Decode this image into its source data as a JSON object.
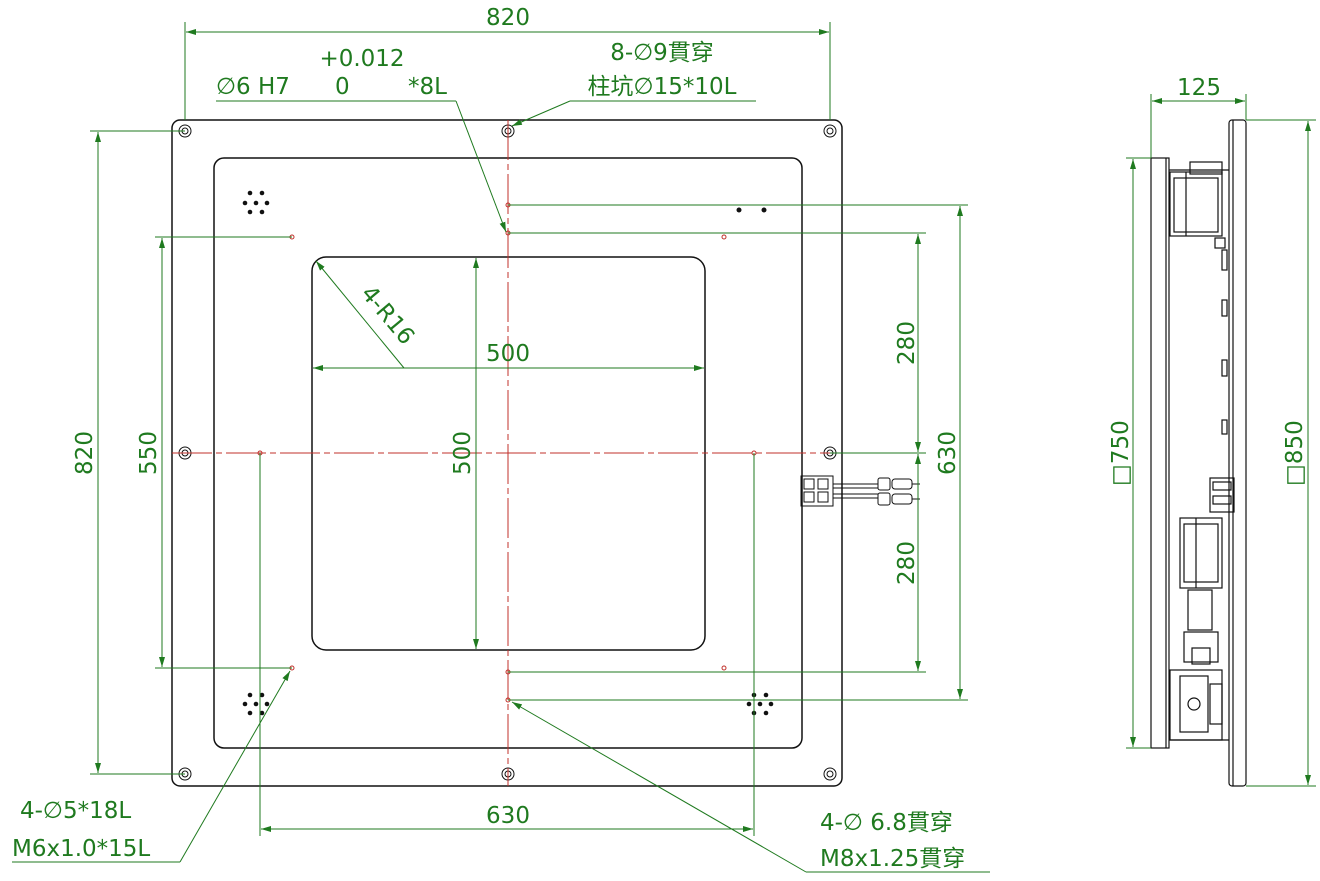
{
  "front": {
    "width": "820",
    "height": "820",
    "inner_height": "550",
    "window_width": "500",
    "window_height": "500",
    "corner_radius": "4-R16",
    "bolt_spacing_x": "630",
    "bolt_spacing_y": "630",
    "half_spacing_top": "280",
    "half_spacing_bottom": "280",
    "pin_tol_upper": "+0.012",
    "pin_tol_lower": "0",
    "pin_spec": "∅6 H7",
    "pin_depth": "*8L",
    "through_holes_top": "8-∅9貫穿",
    "counterbore": "柱坑∅15*10L",
    "tapped_left_1": "4-∅5*18L",
    "tapped_left_2": "M6x1.0*15L",
    "through_right_1": "4-∅ 6.8貫穿",
    "through_right_2": "M8x1.25貫穿"
  },
  "side": {
    "thickness": "125",
    "inner": "□750",
    "outer": "□850"
  }
}
